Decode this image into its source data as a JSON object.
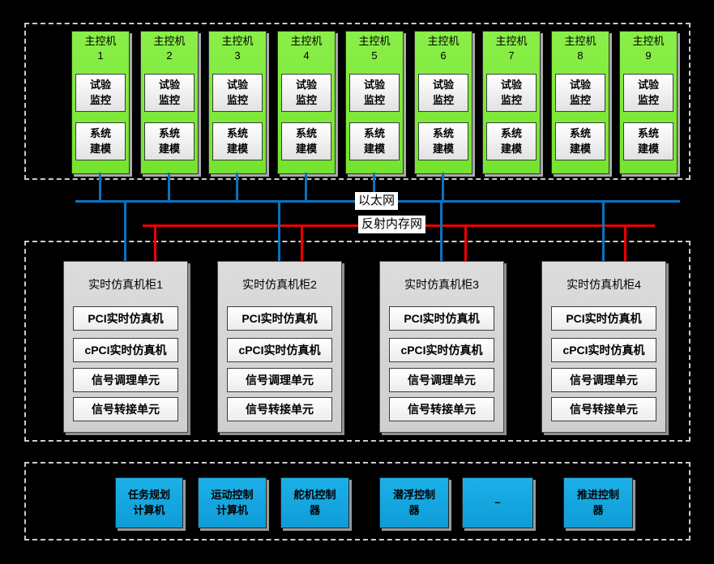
{
  "colors": {
    "background": "#000000",
    "machine_green": "#7EE93B",
    "cabinet_gray": "#D5D5D5",
    "device_blue": "#14A5DF",
    "ethernet_blue": "#0C72BD",
    "reflective_red": "#EE0000",
    "dashed_border": "#CBCBCB"
  },
  "top_section": {
    "machines": [
      {
        "title": "主控机\n1",
        "mod1": "试验\n监控",
        "mod2": "系统\n建模"
      },
      {
        "title": "主控机\n2",
        "mod1": "试验\n监控",
        "mod2": "系统\n建模"
      },
      {
        "title": "主控机\n3",
        "mod1": "试验\n监控",
        "mod2": "系统\n建模"
      },
      {
        "title": "主控机\n4",
        "mod1": "试验\n监控",
        "mod2": "系统\n建模"
      },
      {
        "title": "主控机\n5",
        "mod1": "试验\n监控",
        "mod2": "系统\n建模"
      },
      {
        "title": "主控机\n6",
        "mod1": "试验\n监控",
        "mod2": "系统\n建模"
      },
      {
        "title": "主控机\n7",
        "mod1": "试验\n监控",
        "mod2": "系统\n建模"
      },
      {
        "title": "主控机\n8",
        "mod1": "试验\n监控",
        "mod2": "系统\n建模"
      },
      {
        "title": "主控机\n9",
        "mod1": "试验\n监控",
        "mod2": "系统\n建模"
      }
    ]
  },
  "networks": {
    "ethernet_label": "以太网",
    "reflective_label": "反射内存网"
  },
  "middle_section": {
    "cabinets": [
      {
        "title": "实时仿真机柜1",
        "units": [
          "PCI实时仿真机",
          "cPCI实时仿真机",
          "信号调理单元",
          "信号转接单元"
        ]
      },
      {
        "title": "实时仿真机柜2",
        "units": [
          "PCI实时仿真机",
          "cPCI实时仿真机",
          "信号调理单元",
          "信号转接单元"
        ]
      },
      {
        "title": "实时仿真机柜3",
        "units": [
          "PCI实时仿真机",
          "cPCI实时仿真机",
          "信号调理单元",
          "信号转接单元"
        ]
      },
      {
        "title": "实时仿真机柜4",
        "units": [
          "PCI实时仿真机",
          "cPCI实时仿真机",
          "信号调理单元",
          "信号转接单元"
        ]
      }
    ]
  },
  "bottom_section": {
    "devices": [
      {
        "label": "任务规划\n计算机"
      },
      {
        "label": "运动控制\n计算机"
      },
      {
        "label": "舵机控制\n器"
      },
      {
        "label": "潜浮控制\n器"
      },
      {
        "label": "–"
      },
      {
        "label": "推进控制\n器"
      }
    ]
  }
}
